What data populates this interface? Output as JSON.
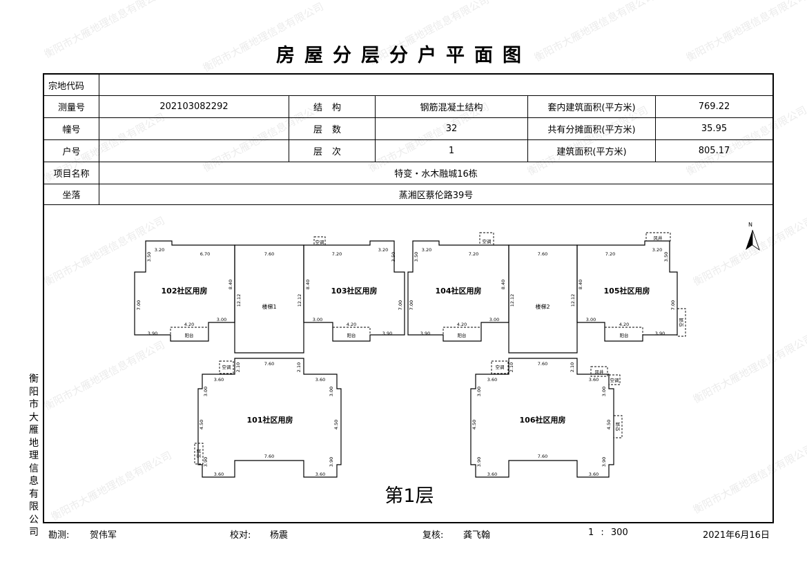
{
  "title": "房屋分层分户平面图",
  "table": {
    "labels": {
      "parcel_code": "宗地代码",
      "survey_no": "测量号",
      "building_no": "幢号",
      "unit_no": "户号",
      "project_name": "项目名称",
      "location": "坐落",
      "structure": "结构",
      "floors": "层数",
      "floor_level": "层次",
      "inner_area": "套内建筑面积(平方米)",
      "shared_area": "共有分摊面积(平方米)",
      "building_area": "建筑面积(平方米)"
    },
    "values": {
      "parcel_code": "",
      "survey_no": "202103082292",
      "building_no": "",
      "unit_no": "",
      "project_name": "特变・水木融城16栋",
      "location": "蒸湘区蔡伦路39号",
      "structure": "钢筋混凝土结构",
      "floors": "32",
      "floor_level": "1",
      "inner_area": "769.22",
      "shared_area": "35.95",
      "building_area": "805.17"
    }
  },
  "plan": {
    "floor_label": "第1层",
    "north": "N",
    "rooms": [
      "102社区用房",
      "103社区用房",
      "104社区用房",
      "105社区用房",
      "101社区用房",
      "106社区用房"
    ],
    "stairs": [
      "楼梯1",
      "楼梯2"
    ],
    "dims": {
      "d320": "3.20",
      "d670": "6.70",
      "d760": "7.60",
      "d720": "7.20",
      "d350": "3.50",
      "d840": "8.40",
      "d1212": "12.12",
      "d700": "7.00",
      "d300": "3.00",
      "d420": "4.20",
      "d390": "3.90",
      "d360": "3.60",
      "d450": "4.50",
      "d210": "2.10"
    },
    "tags": {
      "yang": "阳台",
      "kong": "空调",
      "feng": "风井"
    }
  },
  "side_text": "衡阳市大雁地理信息有限公司",
  "footer": {
    "surveyor_label": "勘测:",
    "surveyor": "贺伟军",
    "checker_label": "校对:",
    "checker": "杨震",
    "reviewer_label": "复核:",
    "reviewer": "龚飞翰",
    "scale": "1 : 300",
    "date": "2021年6月16日"
  },
  "watermark": "衡阳市大雁地理信息有限公司"
}
